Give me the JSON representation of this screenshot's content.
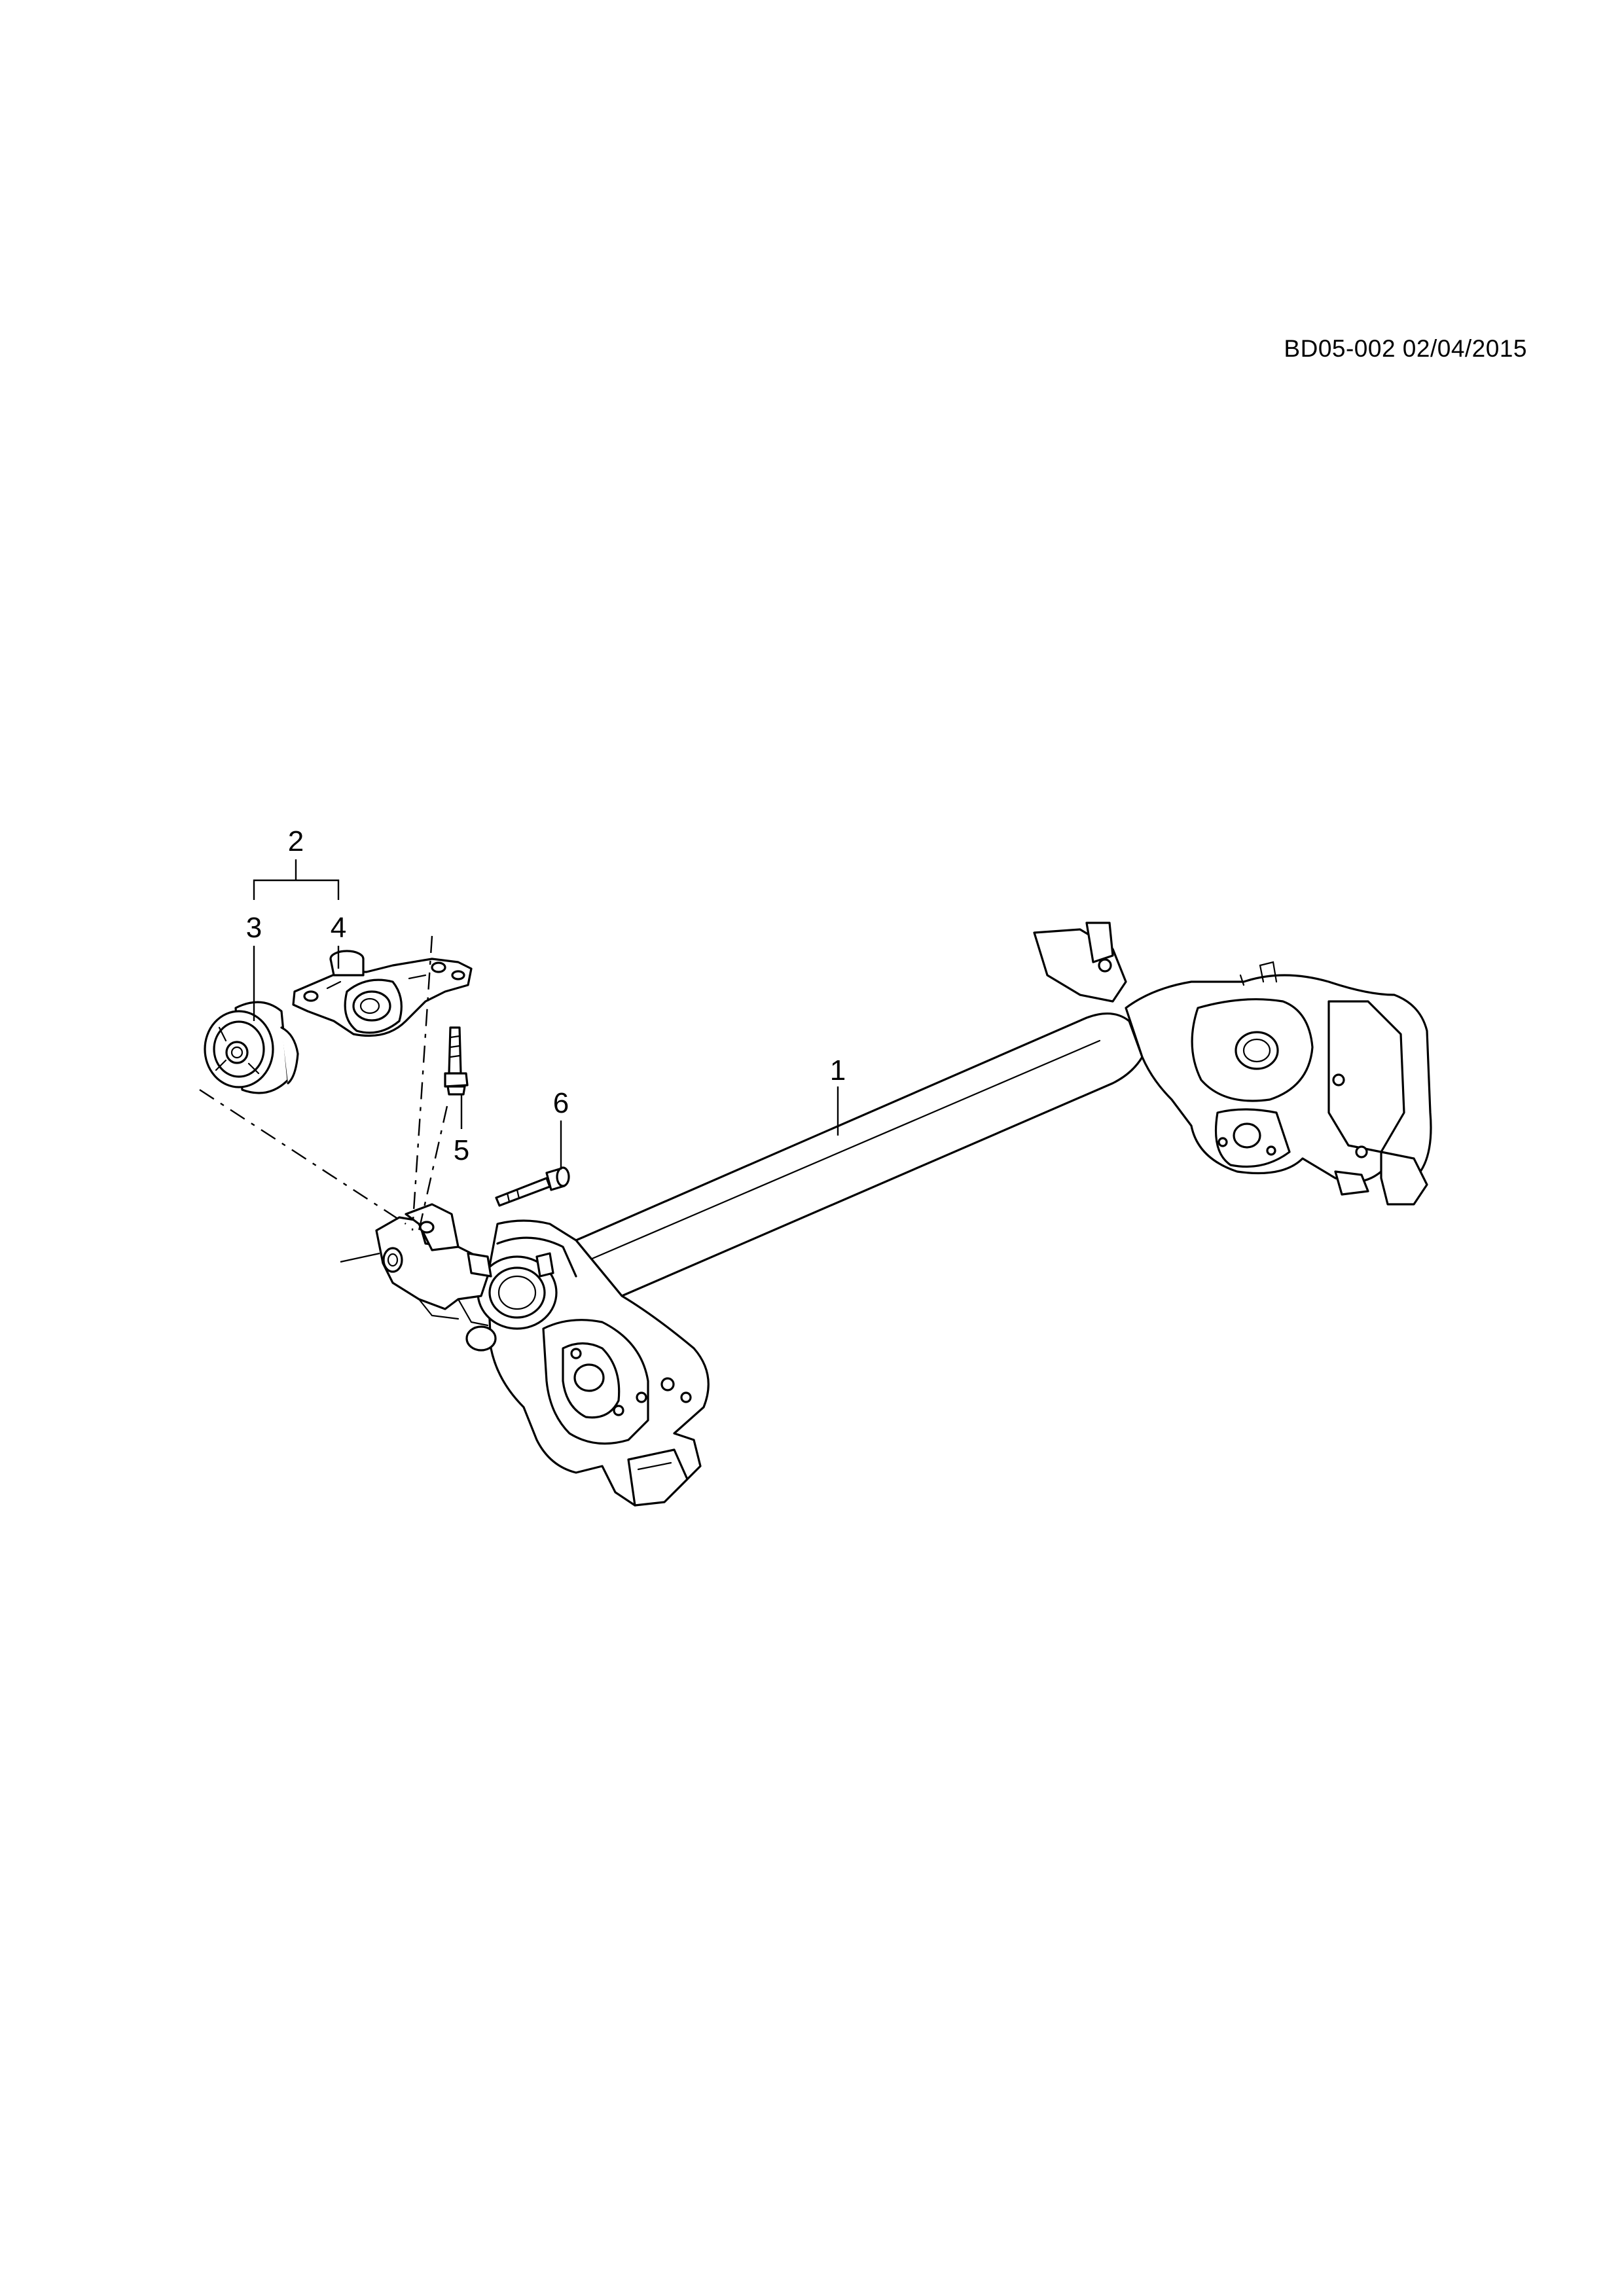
{
  "diagram": {
    "reference": "BD05-002 02/04/2015",
    "callouts": [
      "1",
      "2",
      "3",
      "4",
      "5",
      "6"
    ]
  }
}
